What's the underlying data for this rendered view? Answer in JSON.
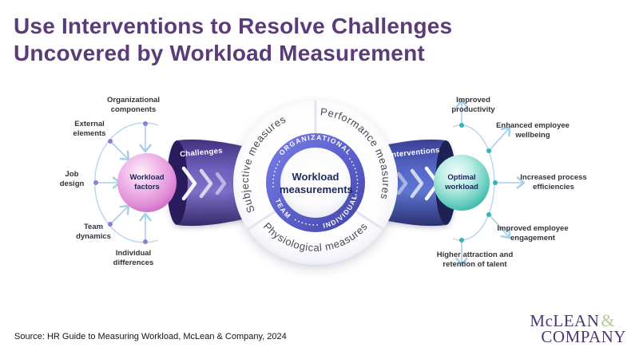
{
  "title": {
    "line1": "Use Interventions to Resolve Challenges",
    "line2": "Uncovered by Workload Measurement"
  },
  "hub": {
    "center_label": "Workload measurements",
    "outer_segments": [
      "Subjective measures",
      "Performance measures",
      "Physiological measures"
    ],
    "inner_levels": [
      "ORGANIZATIONAL",
      "TEAM",
      "INDIVIDUAL"
    ]
  },
  "left": {
    "sphere_label": "Workload factors",
    "funnel_label": "Challenges",
    "factors": [
      "Organizational components",
      "External elements",
      "Job design",
      "Team dynamics",
      "Individual differences"
    ]
  },
  "right": {
    "sphere_label": "Optimal workload",
    "funnel_label": "Interventions",
    "outcomes": [
      "Improved productivity",
      "Enhanced employee wellbeing",
      "Increased process efficiencies",
      "Improved employee engagement",
      "Higher attraction and retention of talent"
    ]
  },
  "footer": {
    "source": "Source: HR Guide to Measuring Workload, McLean & Company, 2024"
  },
  "logo": {
    "line1": "McLEAN",
    "amp": "&",
    "line2": "COMPANY"
  },
  "colors": {
    "title_purple": "#5b3b7a",
    "challenges_funnel": "#6f61bd",
    "interventions_funnel": "#5668c8",
    "workload_sphere_pink": "#e08ad6",
    "optimal_sphere_teal": "#5ec9ba",
    "measurement_ring_blue": "#5a5ec9",
    "arrow_blue": "#a6cfe8",
    "dot_left_purple": "#8a7ed9",
    "dot_right_teal": "#35b5b5",
    "logo_purple": "#4c3779",
    "logo_amp_green": "#b7c990"
  }
}
